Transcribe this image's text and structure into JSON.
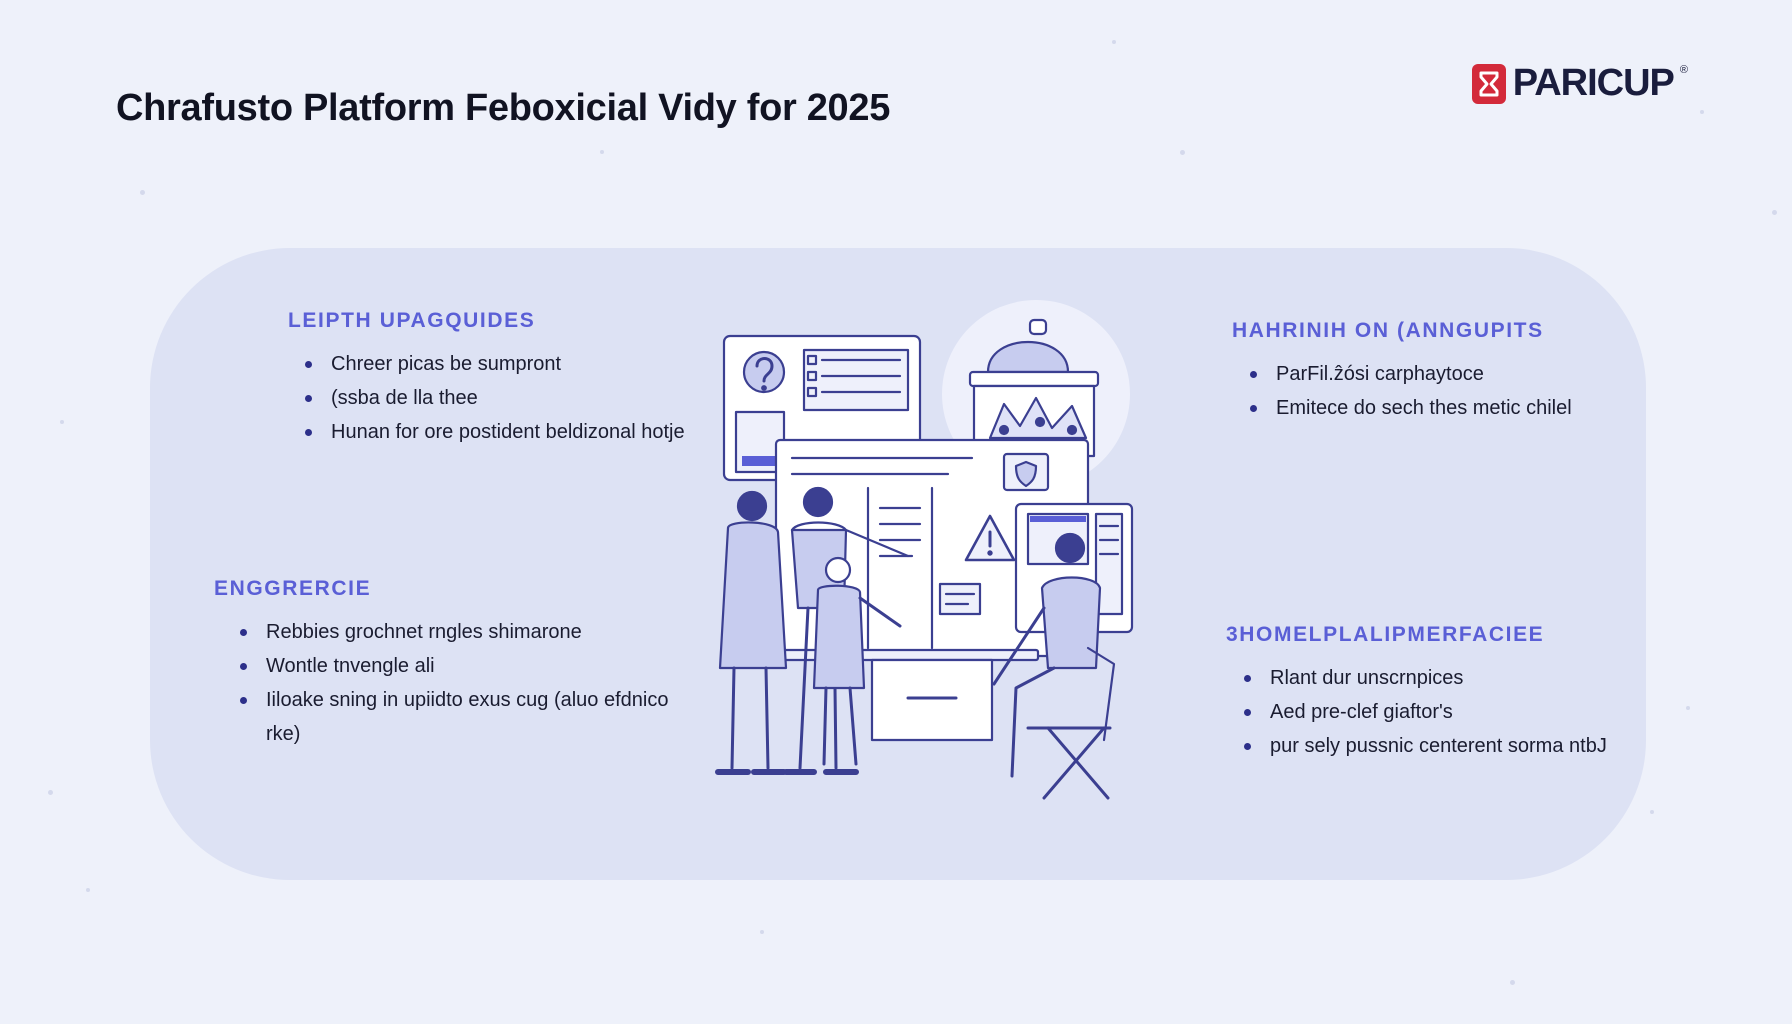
{
  "header": {
    "title": "Chrafusto Platform Feboxicial Vidy for 2025",
    "brand_name": "PARICUP",
    "brand_reg": "®"
  },
  "sections": {
    "top_left": {
      "heading": "LEIPTH UPAGQUIDES",
      "items": [
        "Chreer picas be sumpront",
        "(ssba de lla thee",
        "Hunan for ore postident beldizonal hotje"
      ]
    },
    "bottom_left": {
      "heading": "ENGGRERCIE",
      "items": [
        "Rebbies grochnet rngles shimarone",
        "Wontle tnvengle ali",
        "Iiloake sning in upiidto exus cug (aluo efdnico rke)"
      ]
    },
    "top_right": {
      "heading": "HAHRINIH ON (ANNGUPITS",
      "items": [
        "ParFil.ẑósi carphaytoce",
        "Emitece do sech thes metic chilel"
      ]
    },
    "bottom_right": {
      "heading": "3HOMELPLALIPMERFACIEE",
      "items": [
        "Rlant dur unscrnpices",
        "Aed pre-clef giaftor's",
        "pur sely pussnic centerent sorma ntbJ"
      ]
    }
  },
  "colors": {
    "background": "#eef1fa",
    "panel": "#dde2f4",
    "heading_accent": "#5a5fd6",
    "bullet": "#2c2f8a",
    "illustration_line": "#3b3f91",
    "illustration_fill": "#c7ccef",
    "brand_red": "#d32a3a"
  },
  "icons": [
    "question-icon",
    "warning-icon",
    "shield-icon",
    "brand-logo-icon"
  ]
}
